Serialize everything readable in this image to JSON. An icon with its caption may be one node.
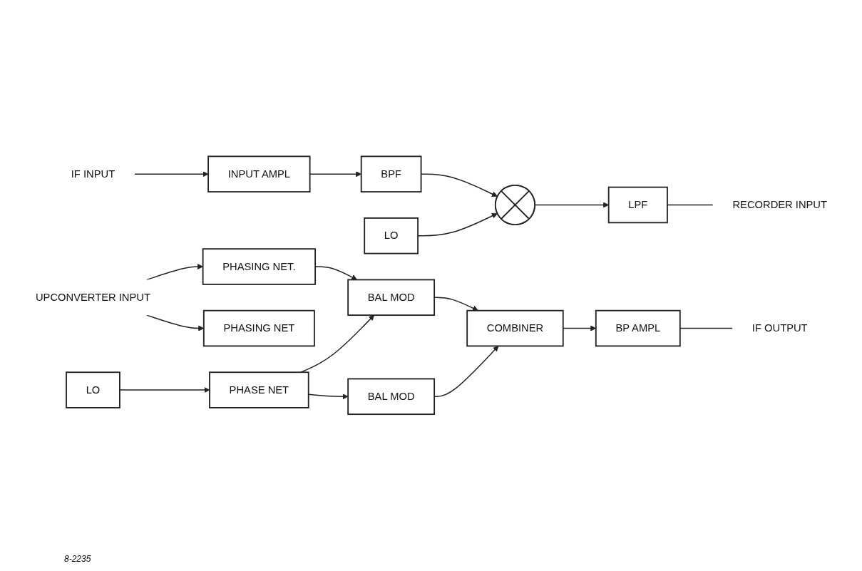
{
  "diagram": {
    "nodes": [
      {
        "text": [
          "IF INPUT"
        ]
      },
      {
        "text": [
          "INPUT AMPL"
        ]
      },
      {
        "text": [
          "BPF"
        ]
      },
      {
        "text": [],
        "shape": "circle"
      },
      {
        "text": [
          "LPF"
        ]
      },
      {
        "text": [
          "RECORDER INPUT"
        ]
      },
      {
        "text": [
          "LO"
        ]
      },
      {
        "text": [
          "UPCONVERTER INPUT"
        ]
      },
      {
        "text": [
          "PHASING NET."
        ]
      },
      {
        "text": [
          "BAL MOD"
        ]
      },
      {
        "text": [
          "LO"
        ]
      },
      {
        "text": [
          "PHASE NET"
        ]
      },
      {
        "text": [
          "COMBINER"
        ]
      },
      {
        "text": [
          "BP AMPL"
        ]
      },
      {
        "text": [
          "IF OUTPUT"
        ]
      },
      {
        "text": [
          "PHASING NET"
        ]
      },
      {
        "text": [
          "BAL MOD"
        ]
      }
    ],
    "edges": [
      {
        "from": 0,
        "to": 1,
        "arrow": "to"
      },
      {
        "from": 1,
        "to": 2,
        "arrow": "to"
      },
      {
        "from": 2,
        "to": 3,
        "arrow": "to"
      },
      {
        "from": 3,
        "to": 4,
        "arrow": "to"
      },
      {
        "from": 6,
        "to": 3,
        "arrow": "to"
      },
      {
        "from": 4,
        "to": 5,
        "arrow": "none"
      },
      {
        "from": 7,
        "to": 8,
        "arrow": "to"
      },
      {
        "from": 7,
        "to": 15,
        "arrow": "to"
      },
      {
        "from": 8,
        "to": 9,
        "arrow": "to"
      },
      {
        "from": 11,
        "to": 9,
        "arrow": "to"
      },
      {
        "from": 10,
        "to": 11,
        "arrow": "to"
      },
      {
        "from": 11,
        "to": 16,
        "arrow": "to"
      },
      {
        "from": 9,
        "to": 12,
        "arrow": "to"
      },
      {
        "from": 16,
        "to": 12,
        "arrow": "to"
      },
      {
        "from": 12,
        "to": 13,
        "arrow": "to"
      },
      {
        "from": 13,
        "to": 14,
        "arrow": "none"
      }
    ],
    "labels": [
      "8-2235"
    ]
  }
}
